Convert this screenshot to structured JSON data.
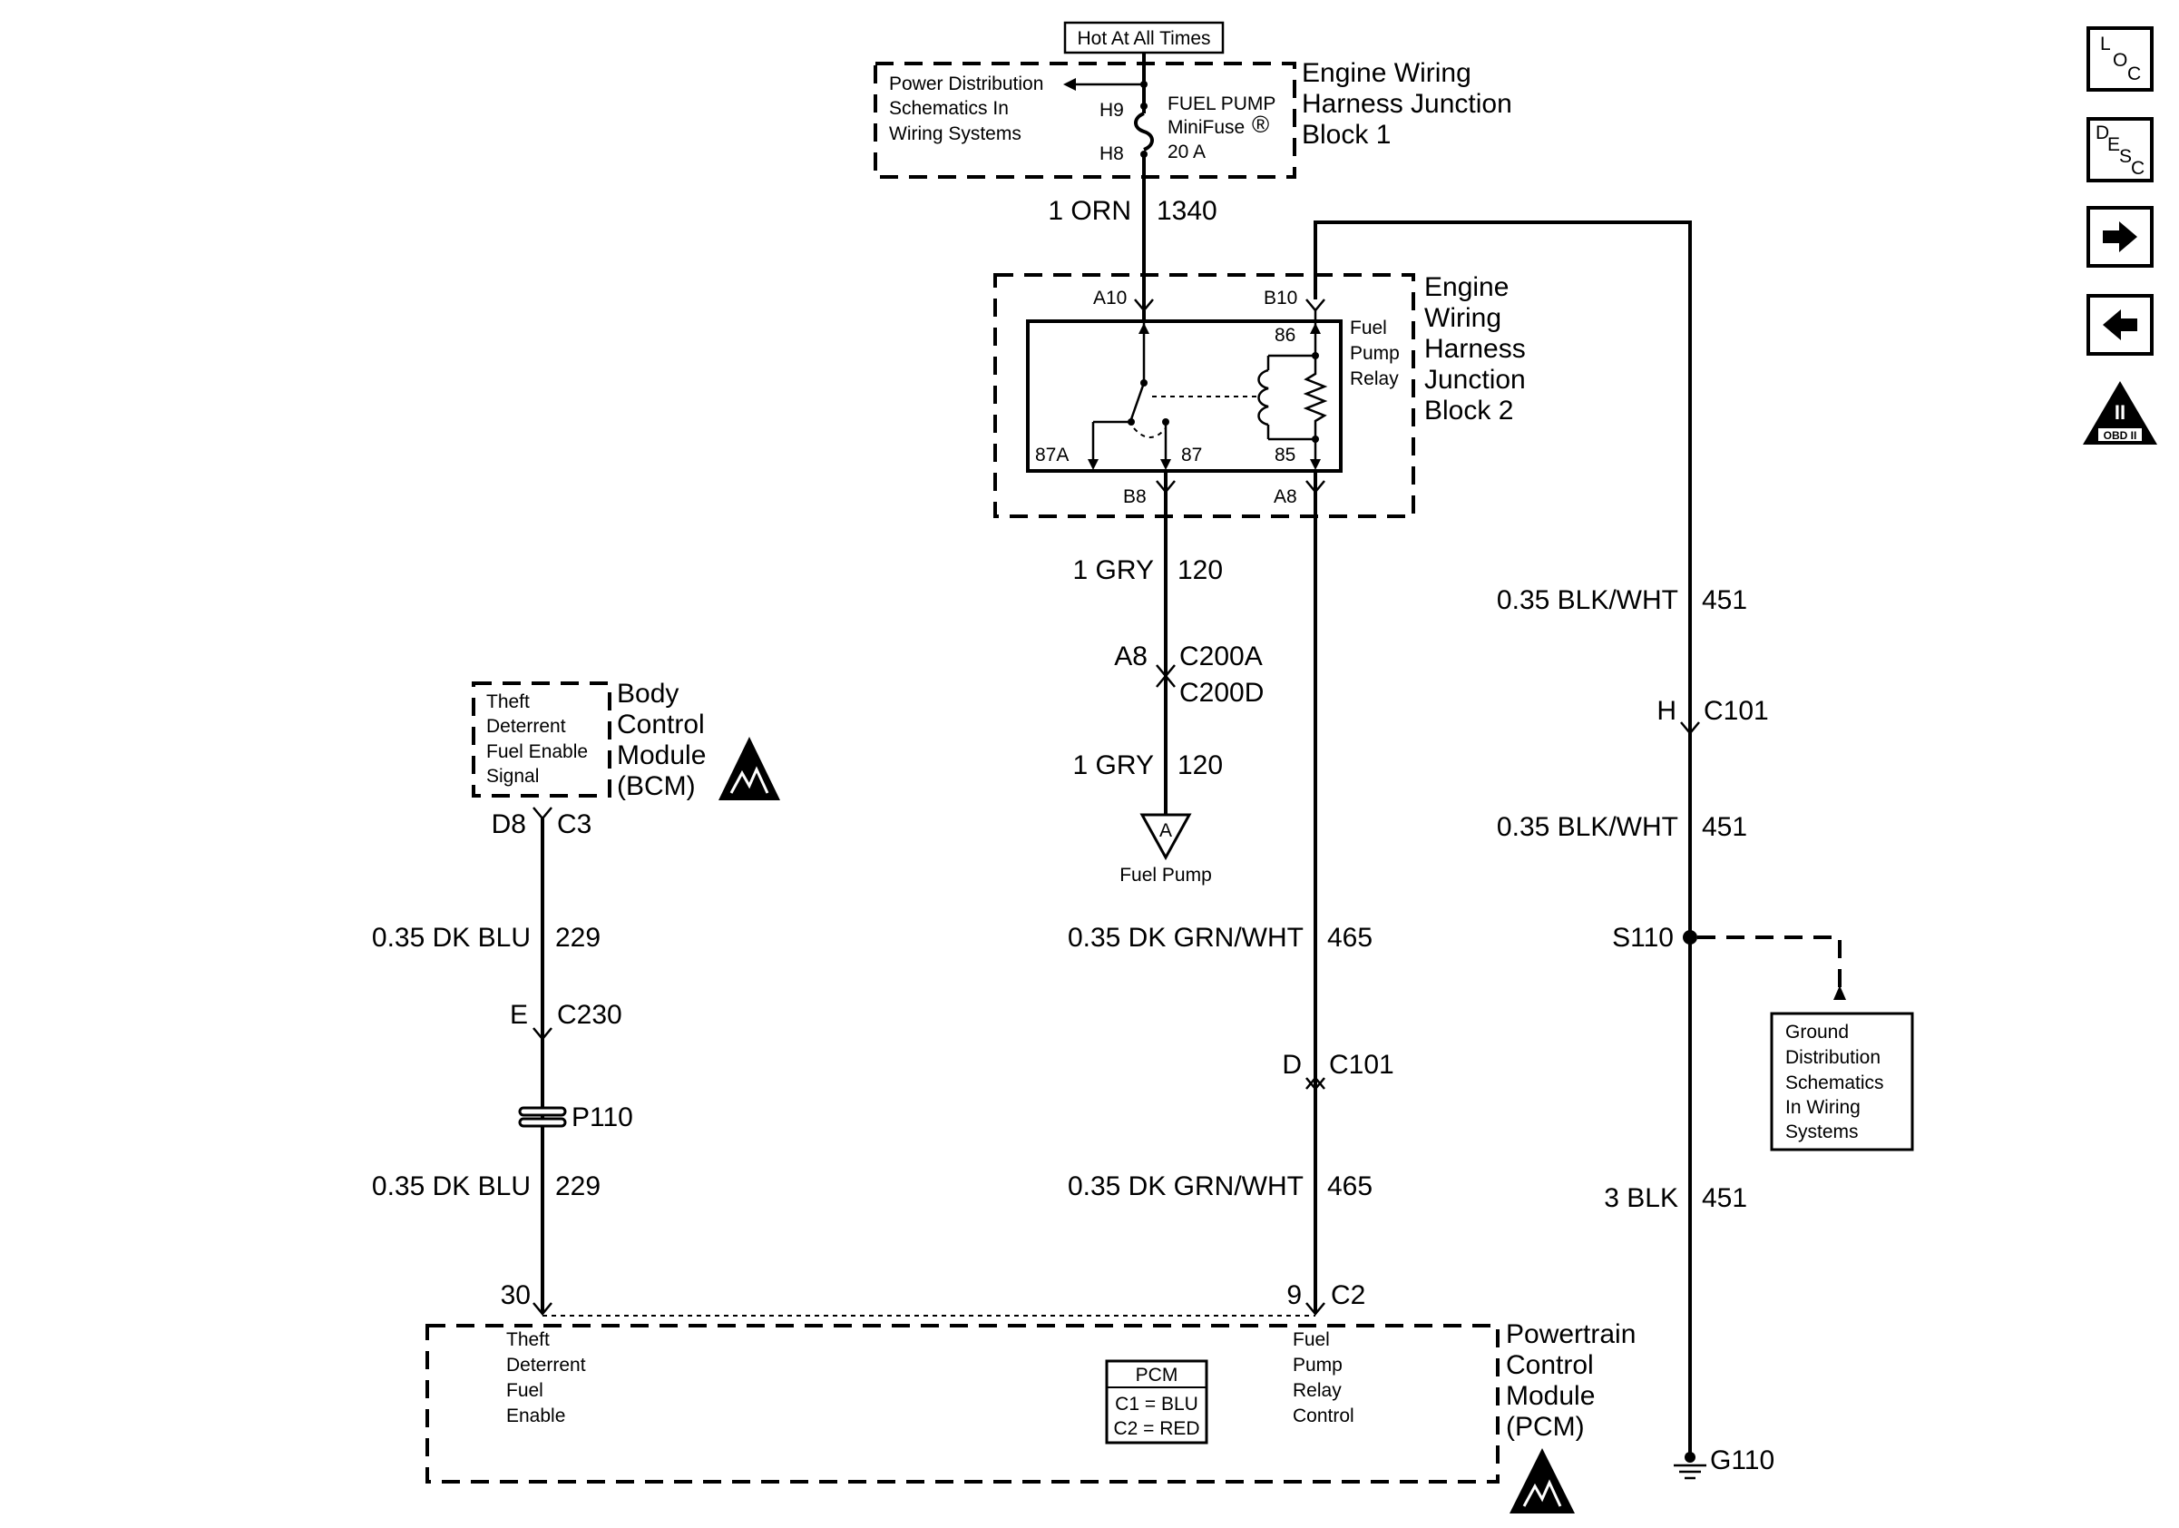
{
  "title_box": "Hot At All Times",
  "jb1": {
    "name": [
      "Engine Wiring",
      "Harness Junction",
      "Block 1"
    ],
    "power_ref": [
      "Power Distribution",
      "Schematics In",
      "Wiring Systems"
    ],
    "pin_top": "H9",
    "pin_bottom": "H8",
    "fuse": [
      "FUEL PUMP",
      "MiniFuse",
      "20 A"
    ],
    "fuse_mark": "®"
  },
  "wire_orn": {
    "gauge": "1 ORN",
    "circuit": "1340"
  },
  "jb2": {
    "name": [
      "Engine",
      "Wiring",
      "Harness",
      "Junction",
      "Block 2"
    ],
    "relay": [
      "Fuel",
      "Pump",
      "Relay"
    ],
    "pins": {
      "a10": "A10",
      "b10": "B10",
      "b8": "B8",
      "a8": "A8",
      "t86": "86",
      "t85": "85",
      "t87": "87",
      "t87a": "87A"
    }
  },
  "wire_gry1": {
    "gauge": "1 GRY",
    "circuit": "120"
  },
  "conn_c200": {
    "pin": "A8",
    "upper": "C200A",
    "lower": "C200D"
  },
  "wire_gry2": {
    "gauge": "1 GRY",
    "circuit": "120"
  },
  "fuel_pump": {
    "ref": "A",
    "label": "Fuel Pump"
  },
  "bcm": {
    "name": [
      "Body",
      "Control",
      "Module",
      "(BCM)"
    ],
    "signal": [
      "Theft",
      "Deterrent",
      "Fuel Enable",
      "Signal"
    ],
    "pin": "D8",
    "connector": "C3"
  },
  "wire_blu1": {
    "gauge": "0.35 DK BLU",
    "circuit": "229"
  },
  "conn_c230": {
    "pin": "E",
    "name": "C230"
  },
  "p110": "P110",
  "wire_blu2": {
    "gauge": "0.35 DK BLU",
    "circuit": "229"
  },
  "wire_grn1": {
    "gauge": "0.35 DK GRN/WHT",
    "circuit": "465"
  },
  "conn_c101_d": {
    "pin": "D",
    "name": "C101"
  },
  "wire_grn2": {
    "gauge": "0.35 DK GRN/WHT",
    "circuit": "465"
  },
  "wire_bw1": {
    "gauge": "0.35 BLK/WHT",
    "circuit": "451"
  },
  "conn_c101_h": {
    "pin": "H",
    "name": "C101"
  },
  "wire_bw2": {
    "gauge": "0.35 BLK/WHT",
    "circuit": "451"
  },
  "splice": "S110",
  "ground_ref": [
    "Ground",
    "Distribution",
    "Schematics",
    "In Wiring",
    "Systems"
  ],
  "wire_blk": {
    "gauge": "3 BLK",
    "circuit": "451"
  },
  "ground": "G110",
  "pcm": {
    "name": [
      "Powertrain",
      "Control",
      "Module",
      "(PCM)"
    ],
    "pin_left": "30",
    "pin_right": "9",
    "connector_right": "C2",
    "left_func": [
      "Theft",
      "Deterrent",
      "Fuel",
      "Enable"
    ],
    "right_func": [
      "Fuel",
      "Pump",
      "Relay",
      "Control"
    ],
    "legend": [
      "PCM",
      "C1 = BLU",
      "C2 = RED"
    ]
  },
  "nav": {
    "loc": [
      "L",
      "O",
      "C"
    ],
    "desc": [
      "D",
      "E",
      "S",
      "C"
    ],
    "obd_mark": "II",
    "obd_label": "OBD II"
  }
}
